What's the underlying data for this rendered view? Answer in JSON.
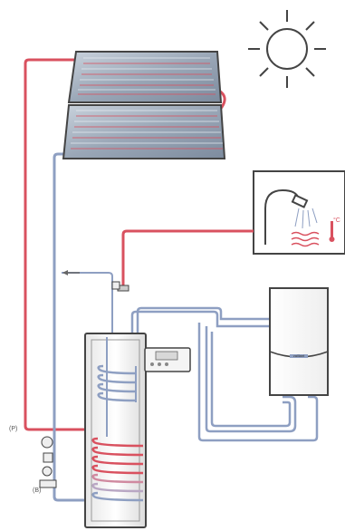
{
  "labels": {
    "pump_marker": "(P)",
    "temperature_unit": "°C",
    "sensor_marker": "(B)",
    "boiler_logo": "vaillant"
  },
  "colors": {
    "hot_pipe": "#d9515f",
    "cold_pipe": "#8e9fc2",
    "outline": "#3a3a3a",
    "panel_fill": "#8a98aa",
    "panel_light": "#c9d2dc"
  },
  "icons": {
    "sun": "sun-icon",
    "shower": "shower-icon",
    "thermometer": "thermometer-icon"
  }
}
